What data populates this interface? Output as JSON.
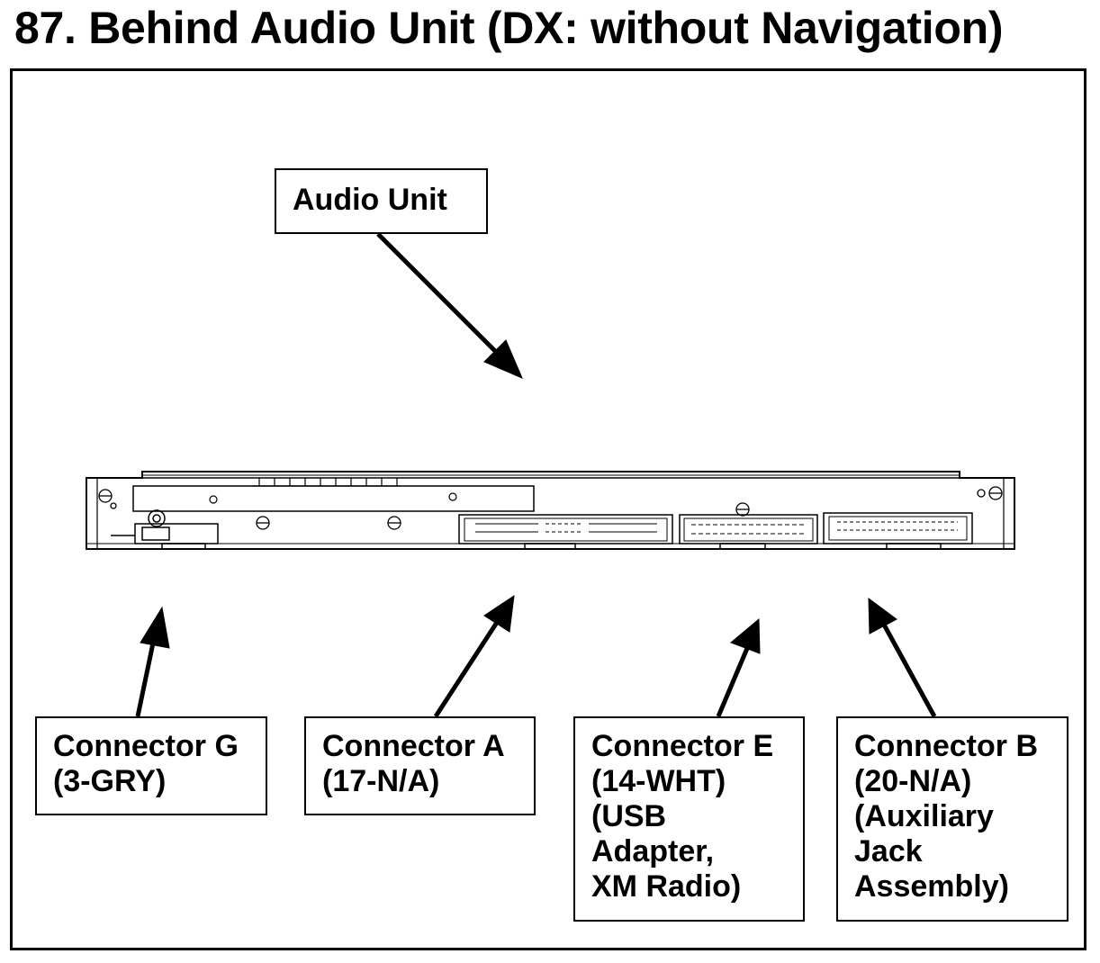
{
  "title": "87.  Behind Audio Unit (DX: without Navigation)",
  "audio_unit_label": "Audio Unit",
  "connectors": [
    {
      "lines": [
        "Connector G",
        "(3-GRY)"
      ]
    },
    {
      "lines": [
        "Connector A",
        "(17-N/A)"
      ]
    },
    {
      "lines": [
        "Connector E",
        "(14-WHT)",
        "(USB",
        "Adapter,",
        "XM Radio)"
      ]
    },
    {
      "lines": [
        "Connector B",
        "(20-N/A)",
        "(Auxiliary",
        "Jack",
        "Assembly)"
      ]
    }
  ]
}
